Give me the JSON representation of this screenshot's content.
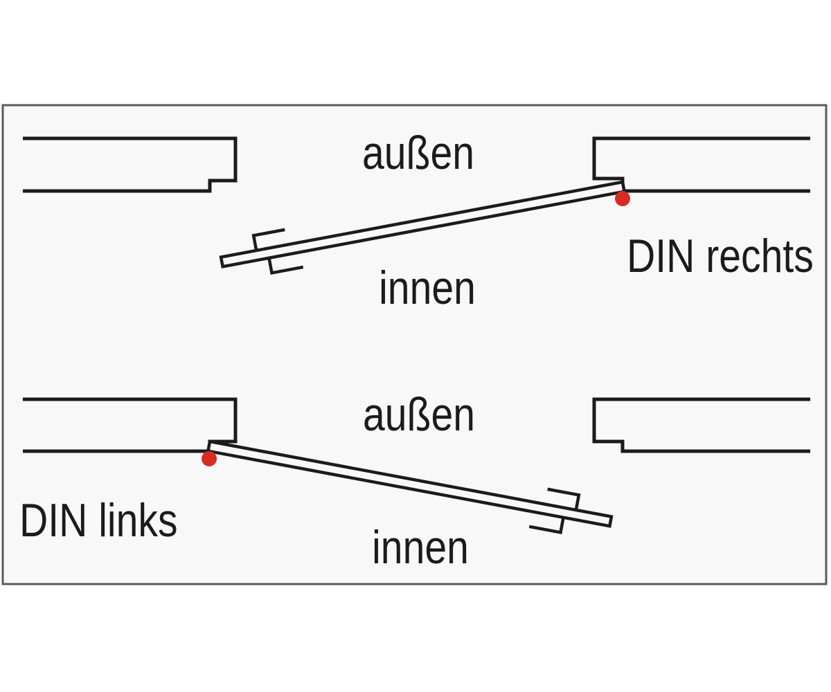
{
  "colors": {
    "page_bg": "#ffffff",
    "canvas_bg": "#f8f8f8",
    "line": "#1b1b1b",
    "frame_border": "#5a5a5a",
    "accent_red": "#d92b22"
  },
  "diagrams": [
    {
      "id": "din-rechts",
      "outside_label": "außen",
      "inside_label": "innen",
      "name_label": "DIN rechts",
      "hinge_side": "right"
    },
    {
      "id": "din-links",
      "outside_label": "außen",
      "inside_label": "innen",
      "name_label": "DIN links",
      "hinge_side": "left"
    }
  ]
}
